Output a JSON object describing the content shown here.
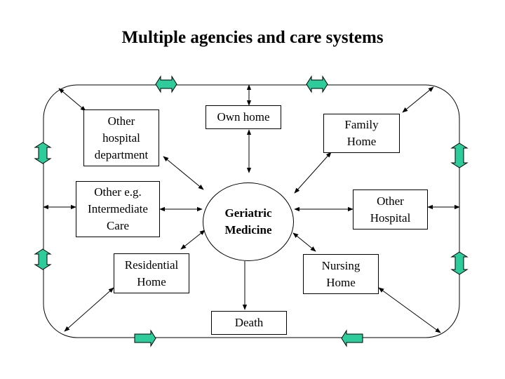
{
  "title": "Multiple agencies and care systems",
  "center": "Geriatric\nMedicine",
  "nodes": {
    "other_hospital_department": "Other\nhospital\ndepartment",
    "own_home": "Own home",
    "family_home": "Family\nHome",
    "intermediate_care": "Other e.g.\nIntermediate\nCare",
    "other_hospital": "Other\nHospital",
    "residential_home": "Residential\nHome",
    "nursing_home": "Nursing\nHome",
    "death": "Death"
  },
  "colors": {
    "block_arrow_fill": "#2ECC9A",
    "line": "#000000"
  }
}
